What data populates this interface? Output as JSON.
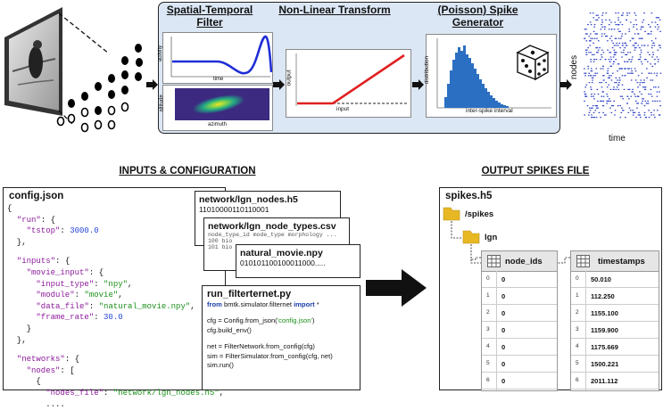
{
  "pipeline": {
    "stages": [
      {
        "title_line1": "Spatial-Temporal",
        "title_line2": "Filter"
      },
      {
        "title_line1": "Non-Linear Transform",
        "title_line2": ""
      },
      {
        "title_line1": "(Poisson) Spike",
        "title_line2": "Generator"
      }
    ],
    "temporal_plot": {
      "ylabel": "activity",
      "xlabel": "time"
    },
    "spatial_plot": {
      "ylabel": "altitude",
      "xlabel": "azimuth"
    },
    "transform_plot": {
      "ylabel": "output",
      "xlabel": "input"
    },
    "isi_plot": {
      "ylabel": "distribution",
      "xlabel": "inter-spike interval"
    },
    "raster": {
      "ylabel": "nodes",
      "xlabel": "time"
    },
    "colors": {
      "panel_bg": "#dce7f5",
      "curve": "#1f2ed6",
      "transform": "#e02020",
      "histogram": "#2b6fc2"
    }
  },
  "sections": {
    "inputs_title": "INPUTS & CONFIGURATION",
    "outputs_title": "OUTPUT SPIKES FILE"
  },
  "config": {
    "filename": "config.json",
    "lines": [
      [
        {
          "t": "{",
          "c": ""
        }
      ],
      [
        {
          "t": "  ",
          "c": ""
        },
        {
          "t": "\"run\"",
          "c": "k"
        },
        {
          "t": ": {",
          "c": ""
        }
      ],
      [
        {
          "t": "    ",
          "c": ""
        },
        {
          "t": "\"tstop\"",
          "c": "k"
        },
        {
          "t": ": ",
          "c": ""
        },
        {
          "t": "3000.0",
          "c": "n"
        }
      ],
      [
        {
          "t": "  },",
          "c": ""
        }
      ],
      [
        {
          "t": "",
          "c": ""
        }
      ],
      [
        {
          "t": "  ",
          "c": ""
        },
        {
          "t": "\"inputs\"",
          "c": "k"
        },
        {
          "t": ": {",
          "c": ""
        }
      ],
      [
        {
          "t": "    ",
          "c": ""
        },
        {
          "t": "\"movie_input\"",
          "c": "k"
        },
        {
          "t": ": {",
          "c": ""
        }
      ],
      [
        {
          "t": "      ",
          "c": ""
        },
        {
          "t": "\"input_type\"",
          "c": "k"
        },
        {
          "t": ": ",
          "c": ""
        },
        {
          "t": "\"npy\"",
          "c": "s"
        },
        {
          "t": ",",
          "c": ""
        }
      ],
      [
        {
          "t": "      ",
          "c": ""
        },
        {
          "t": "\"module\"",
          "c": "k"
        },
        {
          "t": ": ",
          "c": ""
        },
        {
          "t": "\"movie\"",
          "c": "s"
        },
        {
          "t": ",",
          "c": ""
        }
      ],
      [
        {
          "t": "      ",
          "c": ""
        },
        {
          "t": "\"data_file\"",
          "c": "k"
        },
        {
          "t": ": ",
          "c": ""
        },
        {
          "t": "\"natural_movie.npy\"",
          "c": "s"
        },
        {
          "t": ",",
          "c": ""
        }
      ],
      [
        {
          "t": "      ",
          "c": ""
        },
        {
          "t": "\"frame_rate\"",
          "c": "k"
        },
        {
          "t": ": ",
          "c": ""
        },
        {
          "t": "30.0",
          "c": "n"
        }
      ],
      [
        {
          "t": "    }",
          "c": ""
        }
      ],
      [
        {
          "t": "  },",
          "c": ""
        }
      ],
      [
        {
          "t": "",
          "c": ""
        }
      ],
      [
        {
          "t": "  ",
          "c": ""
        },
        {
          "t": "\"networks\"",
          "c": "k"
        },
        {
          "t": ": {",
          "c": ""
        }
      ],
      [
        {
          "t": "    ",
          "c": ""
        },
        {
          "t": "\"nodes\"",
          "c": "k"
        },
        {
          "t": ": [",
          "c": ""
        }
      ],
      [
        {
          "t": "      {",
          "c": ""
        }
      ],
      [
        {
          "t": "        ",
          "c": ""
        },
        {
          "t": "\"nodes_file\"",
          "c": "k"
        },
        {
          "t": ": ",
          "c": ""
        },
        {
          "t": "\"network/lgn_nodes.h5\"",
          "c": "s"
        },
        {
          "t": ",",
          "c": ""
        }
      ],
      [
        {
          "t": "        ....",
          "c": ""
        }
      ]
    ]
  },
  "files": {
    "lgn_nodes": {
      "name": "network/lgn_nodes.h5",
      "content": "11010000110110001"
    },
    "lgn_node_types": {
      "name": "network/lgn_node_types.csv",
      "header": "node_type_id mode_type morphology ...",
      "row1": "100 bio",
      "row2": "101 bio"
    },
    "natural_movie": {
      "name": "natural_movie.npy",
      "content": "010101100100011000....."
    }
  },
  "run_script": {
    "filename": "run_filterternet.py",
    "lines": [
      [
        {
          "t": "from",
          "c": "kw"
        },
        {
          "t": " bmtk.simulator.filternet ",
          "c": ""
        },
        {
          "t": "import",
          "c": "kw"
        },
        {
          "t": " *",
          "c": ""
        }
      ],
      [
        {
          "t": "",
          "c": ""
        }
      ],
      [
        {
          "t": "cfg = Config.from_json(",
          "c": ""
        },
        {
          "t": "'config.json'",
          "c": "s"
        },
        {
          "t": ")",
          "c": ""
        }
      ],
      [
        {
          "t": "cfg.build_env()",
          "c": ""
        }
      ],
      [
        {
          "t": "",
          "c": ""
        }
      ],
      [
        {
          "t": "net = FilterNetwork.from_config(cfg)",
          "c": ""
        }
      ],
      [
        {
          "t": "sim = FilterSimulator.from_config(cfg, net)",
          "c": ""
        }
      ],
      [
        {
          "t": "sim.run()",
          "c": ""
        }
      ]
    ]
  },
  "spikes": {
    "filename": "spikes.h5",
    "group": "/spikes",
    "subgroup": "lgn",
    "node_ids": {
      "header": "node_ids",
      "rows": [
        [
          "0",
          "0"
        ],
        [
          "1",
          "0"
        ],
        [
          "2",
          "0"
        ],
        [
          "3",
          "0"
        ],
        [
          "4",
          "0"
        ],
        [
          "5",
          "0"
        ],
        [
          "6",
          "0"
        ]
      ]
    },
    "timestamps": {
      "header": "timestamps",
      "rows": [
        [
          "0",
          "50.010"
        ],
        [
          "1",
          "112.250"
        ],
        [
          "2",
          "1155.100"
        ],
        [
          "3",
          "1159.900"
        ],
        [
          "4",
          "1175.669"
        ],
        [
          "5",
          "1500.221"
        ],
        [
          "6",
          "2011.112"
        ]
      ]
    }
  }
}
